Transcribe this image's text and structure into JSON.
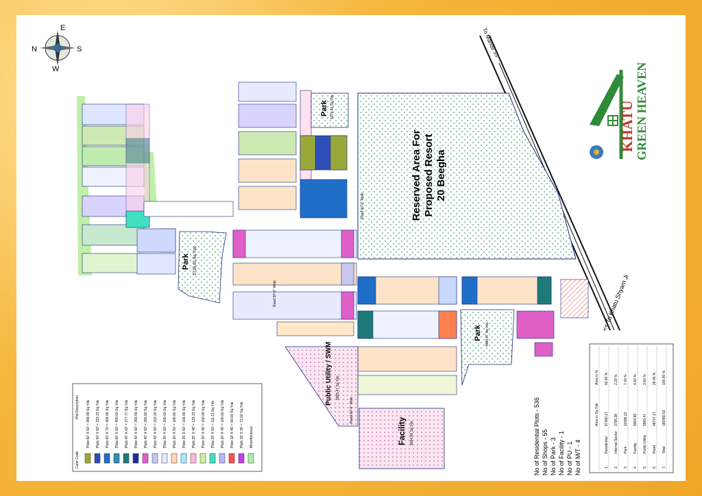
{
  "brand": {
    "name_line1": "KHATU",
    "name_line2": "GREEN HEAVEN"
  },
  "compass": {
    "n": "N",
    "e": "E",
    "s": "S",
    "w": "W"
  },
  "roads": {
    "to_mandir": "To Mandir >>",
    "to_khatu": "<< To Khatu Shyam Ji",
    "road_30": "Road 30'-0\" Wide",
    "road_40": "Road 40'-0\" Wide",
    "road_60": "Road 60'-0\" Wide"
  },
  "areas": {
    "reserved_line1": "Reserved Area For",
    "reserved_line2": "Proposed Resort",
    "reserved_line3": "20 Beegha",
    "park": "Park",
    "park_top_area": "5379.44 Sq.Yds",
    "park_left_area": "2718.00 Sq.Yds",
    "park_right_area": "4686.07 Sq.Yds",
    "public_utility": "Public Utility / SWM",
    "public_utility_area": "5965.47 Sq.Yds",
    "facility": "Facility",
    "facility_area": "8004.99 Sq.Yds"
  },
  "summary": {
    "line1": "No of Residential Plots - 536",
    "line2": "No of Shops - 55",
    "line3": "No of Park - 3",
    "line4": "No of Facility - 1",
    "line5": "No of PU - 1",
    "line6": "No of M/T - 4"
  },
  "legend": {
    "col_color": "Color Code",
    "col_desc": "Plot Description",
    "items": [
      {
        "color": "#9aa83a",
        "label": "Plots 60' X 60' = 399.99 Sq.Yds"
      },
      {
        "color": "#2f4fb8",
        "label": "Plots 50' X 60' = 333.33 Sq.Yds"
      },
      {
        "color": "#1f6fc8",
        "label": "Plots 60' X 70' = 466.66 Sq.Yds"
      },
      {
        "color": "#2a8fb0",
        "label": "Plots 60' X 60' = 400.00 Sq.Yds"
      },
      {
        "color": "#1e7a78",
        "label": "Plots 40' X 62' = 277.77 Sq.Yds"
      },
      {
        "color": "#16309a",
        "label": "Plots 40' X 80' = 355.55 Sq.Yds"
      },
      {
        "color": "#e060c8",
        "label": "Plots 40' X 60' = 266.66 Sq.Yds"
      },
      {
        "color": "#c8c8f0",
        "label": "Plots 40' X 50' = 222.22 Sq.Yds"
      },
      {
        "color": "#e8e8ff",
        "label": "Plots 30' X 60' = 200.00 Sq.Yds"
      },
      {
        "color": "#ffd8b8",
        "label": "Plots 30' X 50' = 166.66 Sq.Yds"
      },
      {
        "color": "#a8e8ff",
        "label": "Plots 25' X 60' = 166.66 Sq.Yds"
      },
      {
        "color": "#ffb6e0",
        "label": "Plots 25' X 48' = 133.33 Sq.Yds"
      },
      {
        "color": "#d0f0a0",
        "label": "Plots 30' X 45' = 150.00 Sq.Yds"
      },
      {
        "color": "#40e0c0",
        "label": "Plots 20' X 50' = 111.11 Sq.Yds"
      },
      {
        "color": "#b8b8ff",
        "label": "Plots 20' X 45' = 100.00 Sq.Yds"
      },
      {
        "color": "#ff5050",
        "label": "Plots 18' X 45' = 90.00 Sq.Yds"
      },
      {
        "color": "#c040f0",
        "label": "Plots 18' X 36' = 72.00 Sq.Yds"
      },
      {
        "color": "#a8f0a8",
        "label": "Miscellaneous"
      }
    ]
  },
  "area_table": {
    "headers": [
      "",
      "",
      "Area in Sq.Yds",
      "Area in %"
    ],
    "rows": [
      [
        "1.",
        "Residential",
        "87360.27",
        "52.82 %"
      ],
      [
        "2.",
        "Internal Sector",
        "3795.38",
        "2.29 %"
      ],
      [
        "3.",
        "Park",
        "11586.22",
        "7.00 %"
      ],
      [
        "4.",
        "Facility",
        "8004.99",
        "4.83 %"
      ],
      [
        "5.",
        "Public Utility",
        "5965.47",
        "3.60 %"
      ],
      [
        "6.",
        "Road",
        "48707.27",
        "29.46 %"
      ],
      [
        "7.",
        "Total",
        "165480.63",
        "100.00 %"
      ]
    ]
  },
  "colors": {
    "plot_outline": "#1a2a7a",
    "park_fill": "#ffffff",
    "green_strip": "#bff0a8",
    "highway": "#111111",
    "facility_hatch": "#e8a0d0"
  }
}
